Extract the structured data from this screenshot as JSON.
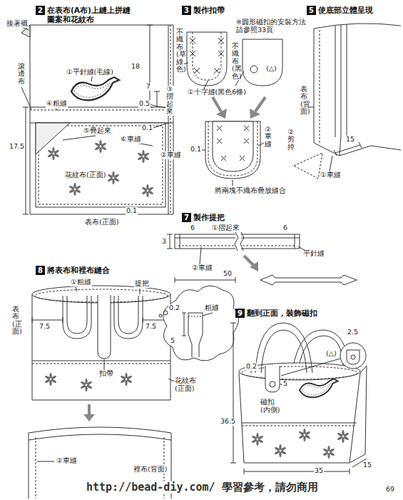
{
  "diagram": {
    "nodes": [
      {
        "text": [
          "2",
          "在表布(A布)上縫上拼縫 圖案和花紋布"
        ]
      },
      {
        "text": [
          "3",
          "製作扣帶"
        ]
      },
      {
        "text": [
          "5",
          "使底部立體呈現"
        ]
      },
      {
        "text": [
          "7",
          "製作提把"
        ]
      },
      {
        "text": [
          "8",
          "將表布和裡布縫合"
        ]
      },
      {
        "text": [
          "9",
          "翻到正面，裝飾磁扣"
        ]
      }
    ],
    "labels": [
      "接著襯",
      "18",
      "①平針縫(毛線)",
      "7",
      "滾邊布",
      "④粗縫",
      "0.5",
      "③摺起來",
      "0.1",
      "⑤疊起來",
      "⑥車縫",
      "②車縫",
      "17.5",
      "花紋布(正面)",
      "0.1",
      "表布(正面)",
      "※圓形磁扣的安裝方法 請參照33頁",
      "不織布(草綠色)",
      "不織布(黑色)",
      "①十字縫(黑色6條)",
      "(△)",
      "②車縫",
      "0.1",
      "將兩塊不織布疊放縫合",
      "表布(背面)",
      "15",
      "②剪掉",
      "①車縫",
      "6",
      "①摺起來",
      "6",
      "3",
      "平針縫",
      "②車縫",
      "50",
      "①粗縫",
      "提把",
      "表布(正面)",
      "7.5",
      "7.5",
      "0.2",
      "粗縫",
      "5",
      "扣帶",
      "花紋布(正面)",
      "②車縫",
      "裡布(背面)",
      "2.5",
      "(△)",
      "0.2",
      "5",
      "磁扣(內側)",
      "36.5",
      "15",
      "35",
      "http://bead-diy.com/ 學習參考，請勿商用",
      "69"
    ]
  }
}
